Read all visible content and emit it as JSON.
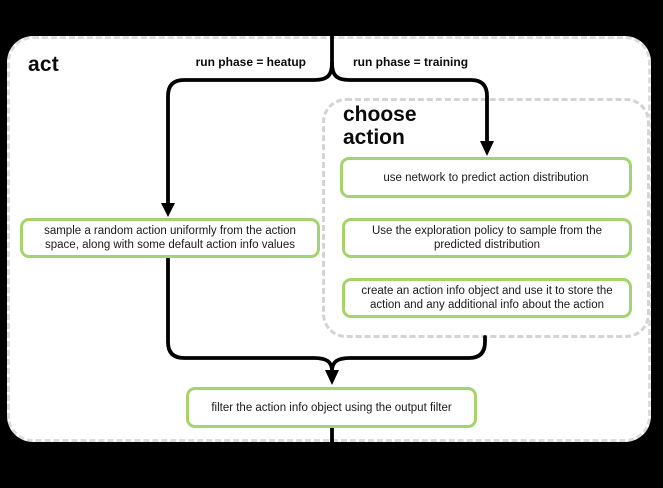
{
  "page": {
    "background_color": "#000000",
    "panel_border_color": "#dcdcdc",
    "group_border_color": "#d4d4d4",
    "node_border_color": "#a5d46e",
    "connector_color": "#000000"
  },
  "panel": {
    "title": "act"
  },
  "branches": {
    "left_label": "run phase = heatup",
    "right_label": "run phase = training"
  },
  "group": {
    "title": "choose action"
  },
  "nodes": {
    "sample_random": "sample a random action uniformly from the action space, along with some default action info values",
    "use_network": "use network to predict action distribution",
    "exploration_policy": "Use the exploration policy to sample from the predicted distribution",
    "create_action_info": "create an action info object and use it to store the action and any additional info about the action",
    "filter_output": "filter the action info object using the output filter"
  }
}
